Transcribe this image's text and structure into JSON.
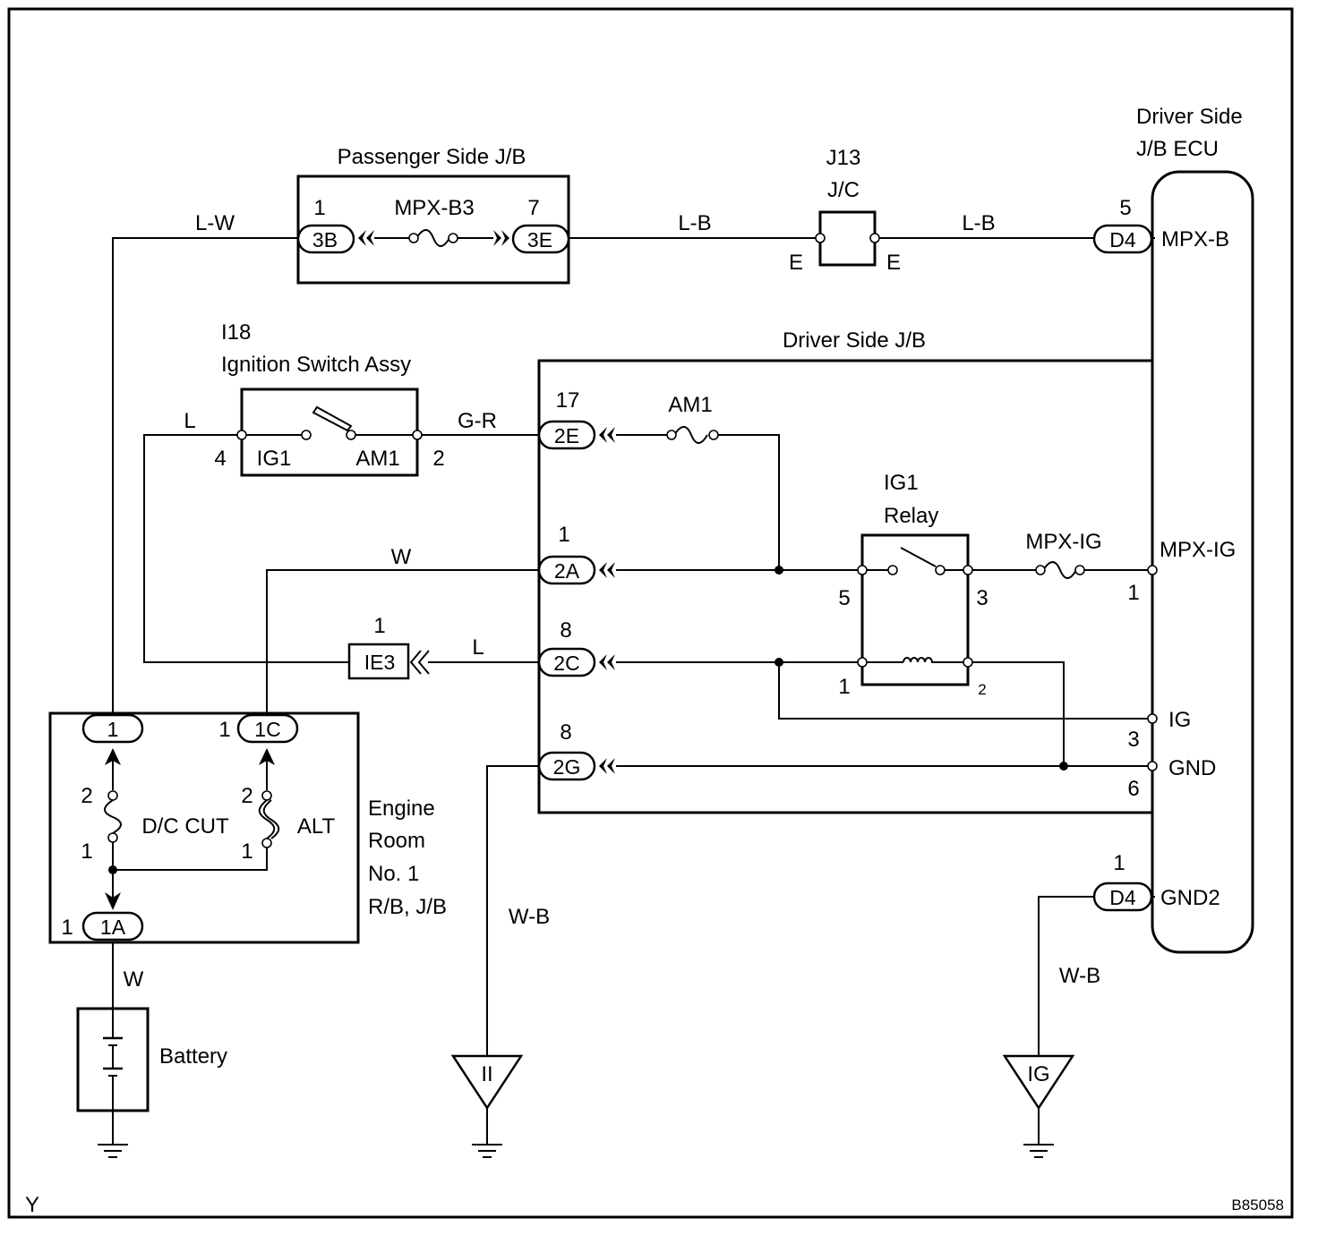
{
  "components": {
    "passenger_jb": {
      "title": "Passenger Side J/B",
      "fuse": "MPX-B3",
      "pin_left": "1",
      "conn_left": "3B",
      "pin_right": "7",
      "conn_right": "3E"
    },
    "jc": {
      "title_line1": "J13",
      "title_line2": "J/C",
      "terminal_left": "E",
      "terminal_right": "E"
    },
    "ecu": {
      "title_line1": "Driver Side",
      "title_line2": "J/B ECU",
      "pin_mpxb": "5",
      "conn_mpxb": "D4",
      "label_mpxb": "MPX-B",
      "label_mpxig": "MPX-IG",
      "pin_mpxig": "1",
      "label_ig": "IG",
      "pin_ig": "3",
      "label_gnd": "GND",
      "pin_gnd": "6",
      "pin_gnd2": "1",
      "conn_gnd2": "D4",
      "label_gnd2": "GND2"
    },
    "ignition_switch": {
      "code": "I18",
      "title": "Ignition Switch Assy",
      "pin_left": "4",
      "pin_right": "2",
      "label_ig1": "IG1",
      "label_am1": "AM1"
    },
    "driver_jb": {
      "title": "Driver Side J/B",
      "pin_2e": "17",
      "conn_2e": "2E",
      "pin_2a": "1",
      "conn_2a": "2A",
      "pin_2c": "8",
      "conn_2c": "2C",
      "pin_2g": "8",
      "conn_2g": "2G",
      "fuse_am1": "AM1",
      "fuse_mpxig": "MPX-IG"
    },
    "ig1_relay": {
      "title_line1": "IG1",
      "title_line2": "Relay",
      "pin_5": "5",
      "pin_3": "3",
      "pin_1": "1",
      "pin_2": "2"
    },
    "ie3": {
      "pin": "1",
      "label": "IE3"
    },
    "engine_room": {
      "title_line1": "Engine",
      "title_line2": "Room",
      "title_line3": "No. 1",
      "title_line4": "R/B, J/B",
      "conn_top_left": "1",
      "pin_1c": "1",
      "conn_1c": "1C",
      "dc_cut": "D/C CUT",
      "alt": "ALT",
      "dc_pin_top": "2",
      "dc_pin_bottom": "1",
      "alt_pin_top": "2",
      "alt_pin_bottom": "1",
      "pin_1a": "1",
      "conn_1a": "1A"
    },
    "battery": {
      "label": "Battery"
    },
    "ground_ii": {
      "label": "II"
    },
    "ground_ig": {
      "label": "IG"
    }
  },
  "wires": {
    "lw": "L-W",
    "lb_left": "L-B",
    "lb_right": "L-B",
    "l_ign": "L",
    "gr": "G-R",
    "w_2a": "W",
    "l_ie3": "L",
    "w_battery": "W",
    "wb_ii": "W-B",
    "wb_ig": "W-B"
  },
  "footer": {
    "left": "Y",
    "right": "B85058"
  }
}
